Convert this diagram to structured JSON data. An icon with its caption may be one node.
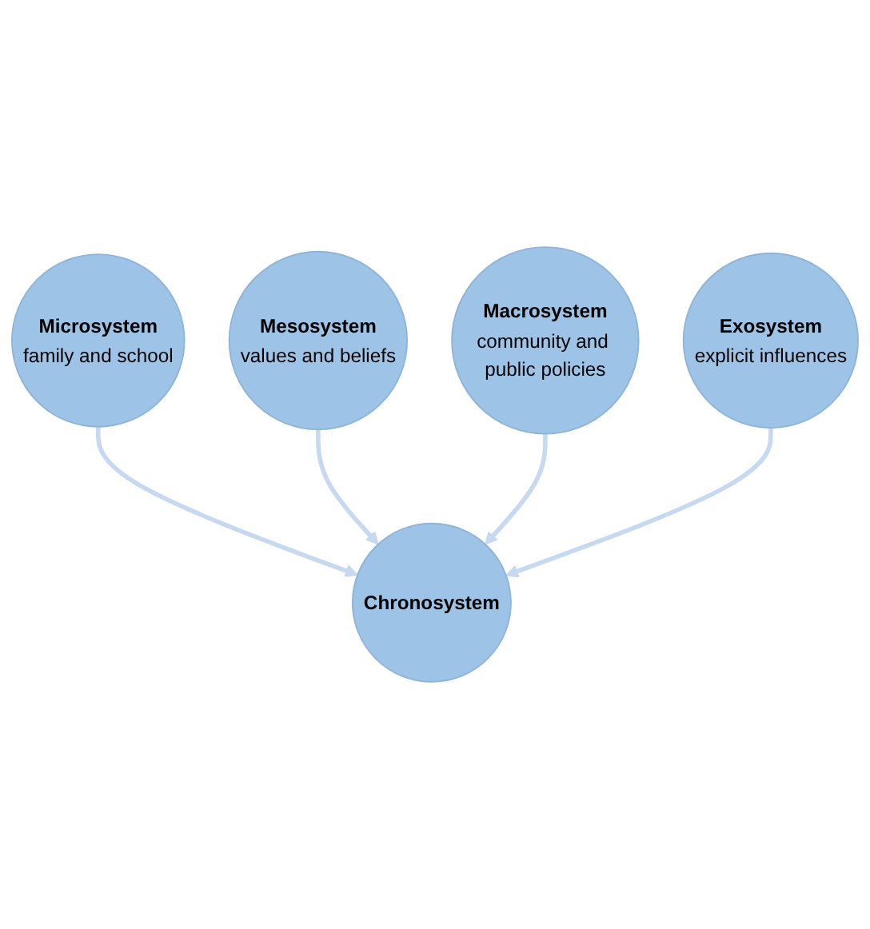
{
  "diagram": {
    "nodes": [
      {
        "text": [
          "Microsystem",
          "family and school"
        ]
      },
      {
        "text": [
          "Mesosystem",
          "values and beliefs"
        ]
      },
      {
        "text": [
          "Chronosystem"
        ]
      },
      {
        "text": [
          "Macrosystem",
          "community and public policies"
        ]
      },
      {
        "text": [
          "Exosystem",
          "explicit influences"
        ]
      }
    ],
    "edges": [
      {
        "from": 0,
        "to": 2,
        "arrow": "to"
      },
      {
        "from": 1,
        "to": 2,
        "arrow": "to"
      },
      {
        "from": 3,
        "to": 2,
        "arrow": "to"
      },
      {
        "from": 4,
        "to": 2,
        "arrow": "to"
      }
    ]
  }
}
